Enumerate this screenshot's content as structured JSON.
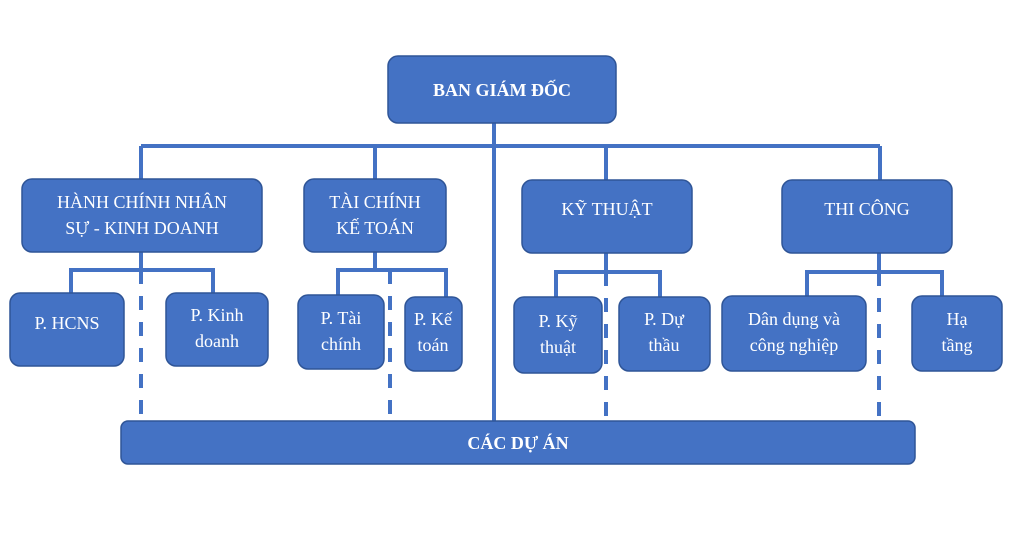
{
  "colors": {
    "box_fill": "#4472c4",
    "box_border": "#2f5597",
    "connector": "#4472c4",
    "text": "#ffffff",
    "background": "#ffffff"
  },
  "org_chart": {
    "root": {
      "label": "BAN GIÁM ĐỐC"
    },
    "divisions": [
      {
        "id": "hcns-kd",
        "label_lines": [
          "HÀNH CHÍNH NHÂN",
          "SỰ - KINH DOANH"
        ],
        "departments": [
          {
            "label_lines": [
              "P. HCNS"
            ]
          },
          {
            "label_lines": [
              "P. Kinh",
              "doanh"
            ]
          }
        ]
      },
      {
        "id": "tckt",
        "label_lines": [
          "TÀI CHÍNH",
          "KẾ TOÁN"
        ],
        "departments": [
          {
            "label_lines": [
              "P. Tài",
              "chính"
            ]
          },
          {
            "label_lines": [
              "P. Kế",
              "toán"
            ]
          }
        ]
      },
      {
        "id": "kt",
        "label_lines": [
          "KỸ THUẬT"
        ],
        "departments": [
          {
            "label_lines": [
              "P. Kỹ",
              "thuật"
            ]
          },
          {
            "label_lines": [
              "P. Dự",
              "thầu"
            ]
          }
        ]
      },
      {
        "id": "tc",
        "label_lines": [
          "THI CÔNG"
        ],
        "departments": [
          {
            "label_lines": [
              "Dân dụng và",
              "công nghiệp"
            ]
          },
          {
            "label_lines": [
              "Hạ",
              "tầng"
            ]
          }
        ]
      }
    ],
    "projects": {
      "label": "CÁC DỰ ÁN"
    }
  }
}
